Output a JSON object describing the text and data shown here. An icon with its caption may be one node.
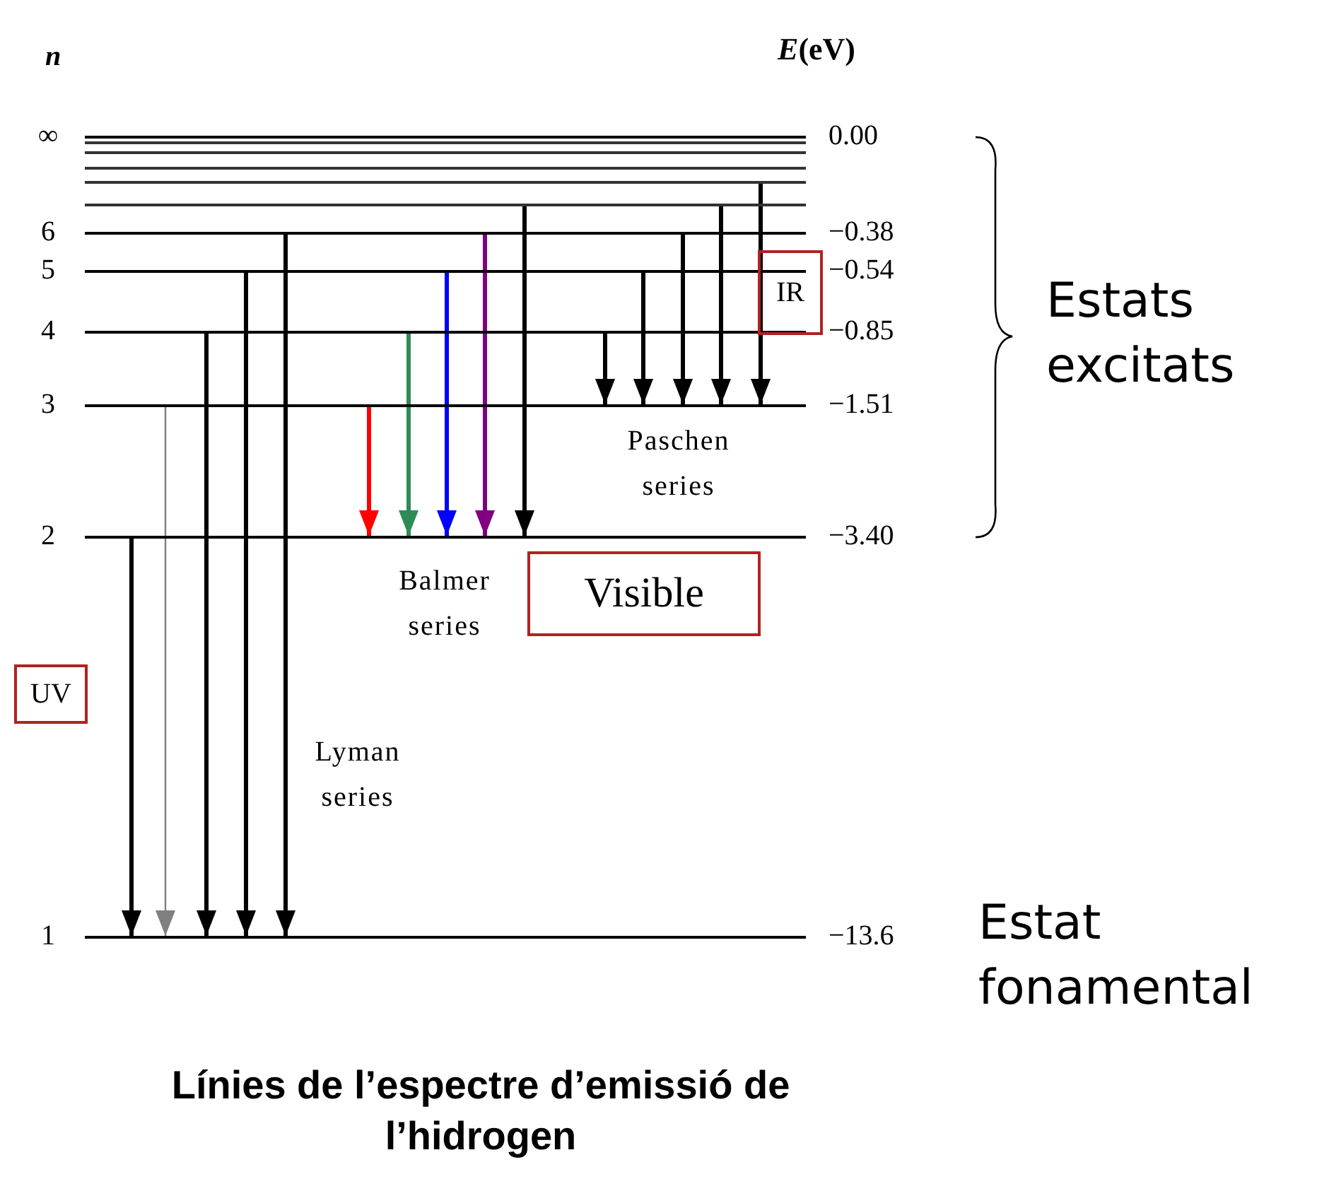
{
  "diagram": {
    "title": "Línies de l’espectre d’emissió de l’hidrogen",
    "nodes": [
      {
        "text": [
          "∞",
          "0.00"
        ]
      },
      {
        "text": [],
        "shape": "bar"
      },
      {
        "text": [],
        "shape": "bar"
      },
      {
        "text": [],
        "shape": "bar"
      },
      {
        "text": [],
        "shape": "bar"
      },
      {
        "text": [],
        "shape": "bar"
      },
      {
        "text": [
          "6",
          "−0.38"
        ]
      },
      {
        "text": [
          "5",
          "−0.54"
        ]
      },
      {
        "text": [
          "4",
          "−0.85"
        ]
      },
      {
        "text": [
          "3",
          "−1.51"
        ]
      },
      {
        "text": [
          "2",
          "−3.40"
        ]
      },
      {
        "text": [
          "1",
          "−13.6"
        ]
      },
      {
        "text": [
          "IR"
        ]
      },
      {
        "text": [
          "Visible"
        ]
      },
      {
        "text": [
          "UV"
        ]
      }
    ],
    "edges": [
      {
        "from": 10,
        "to": 11,
        "arrow": "to"
      },
      {
        "from": 9,
        "to": 11,
        "arrow": "to",
        "color": "#808080"
      },
      {
        "from": 8,
        "to": 11,
        "arrow": "to"
      },
      {
        "from": 7,
        "to": 11,
        "arrow": "to"
      },
      {
        "from": 6,
        "to": 11,
        "arrow": "to"
      },
      {
        "from": 9,
        "to": 10,
        "arrow": "to",
        "color": "#ff0000"
      },
      {
        "from": 8,
        "to": 10,
        "arrow": "to",
        "color": "#2e8b57"
      },
      {
        "from": 7,
        "to": 10,
        "arrow": "to",
        "color": "#0000ff"
      },
      {
        "from": 6,
        "to": 10,
        "arrow": "to",
        "color": "#800080"
      },
      {
        "from": 5,
        "to": 10,
        "arrow": "to"
      },
      {
        "from": 8,
        "to": 9,
        "arrow": "to"
      },
      {
        "from": 7,
        "to": 9,
        "arrow": "to"
      },
      {
        "from": 6,
        "to": 9,
        "arrow": "to"
      },
      {
        "from": 5,
        "to": 9,
        "arrow": "to"
      },
      {
        "from": 4,
        "to": 9,
        "arrow": "to"
      }
    ],
    "labels": [
      "n",
      "*E*(eV)",
      "Estats excitats",
      "Paschen series",
      "Balmer series",
      "Lyman series",
      "Estat fonamental"
    ]
  }
}
